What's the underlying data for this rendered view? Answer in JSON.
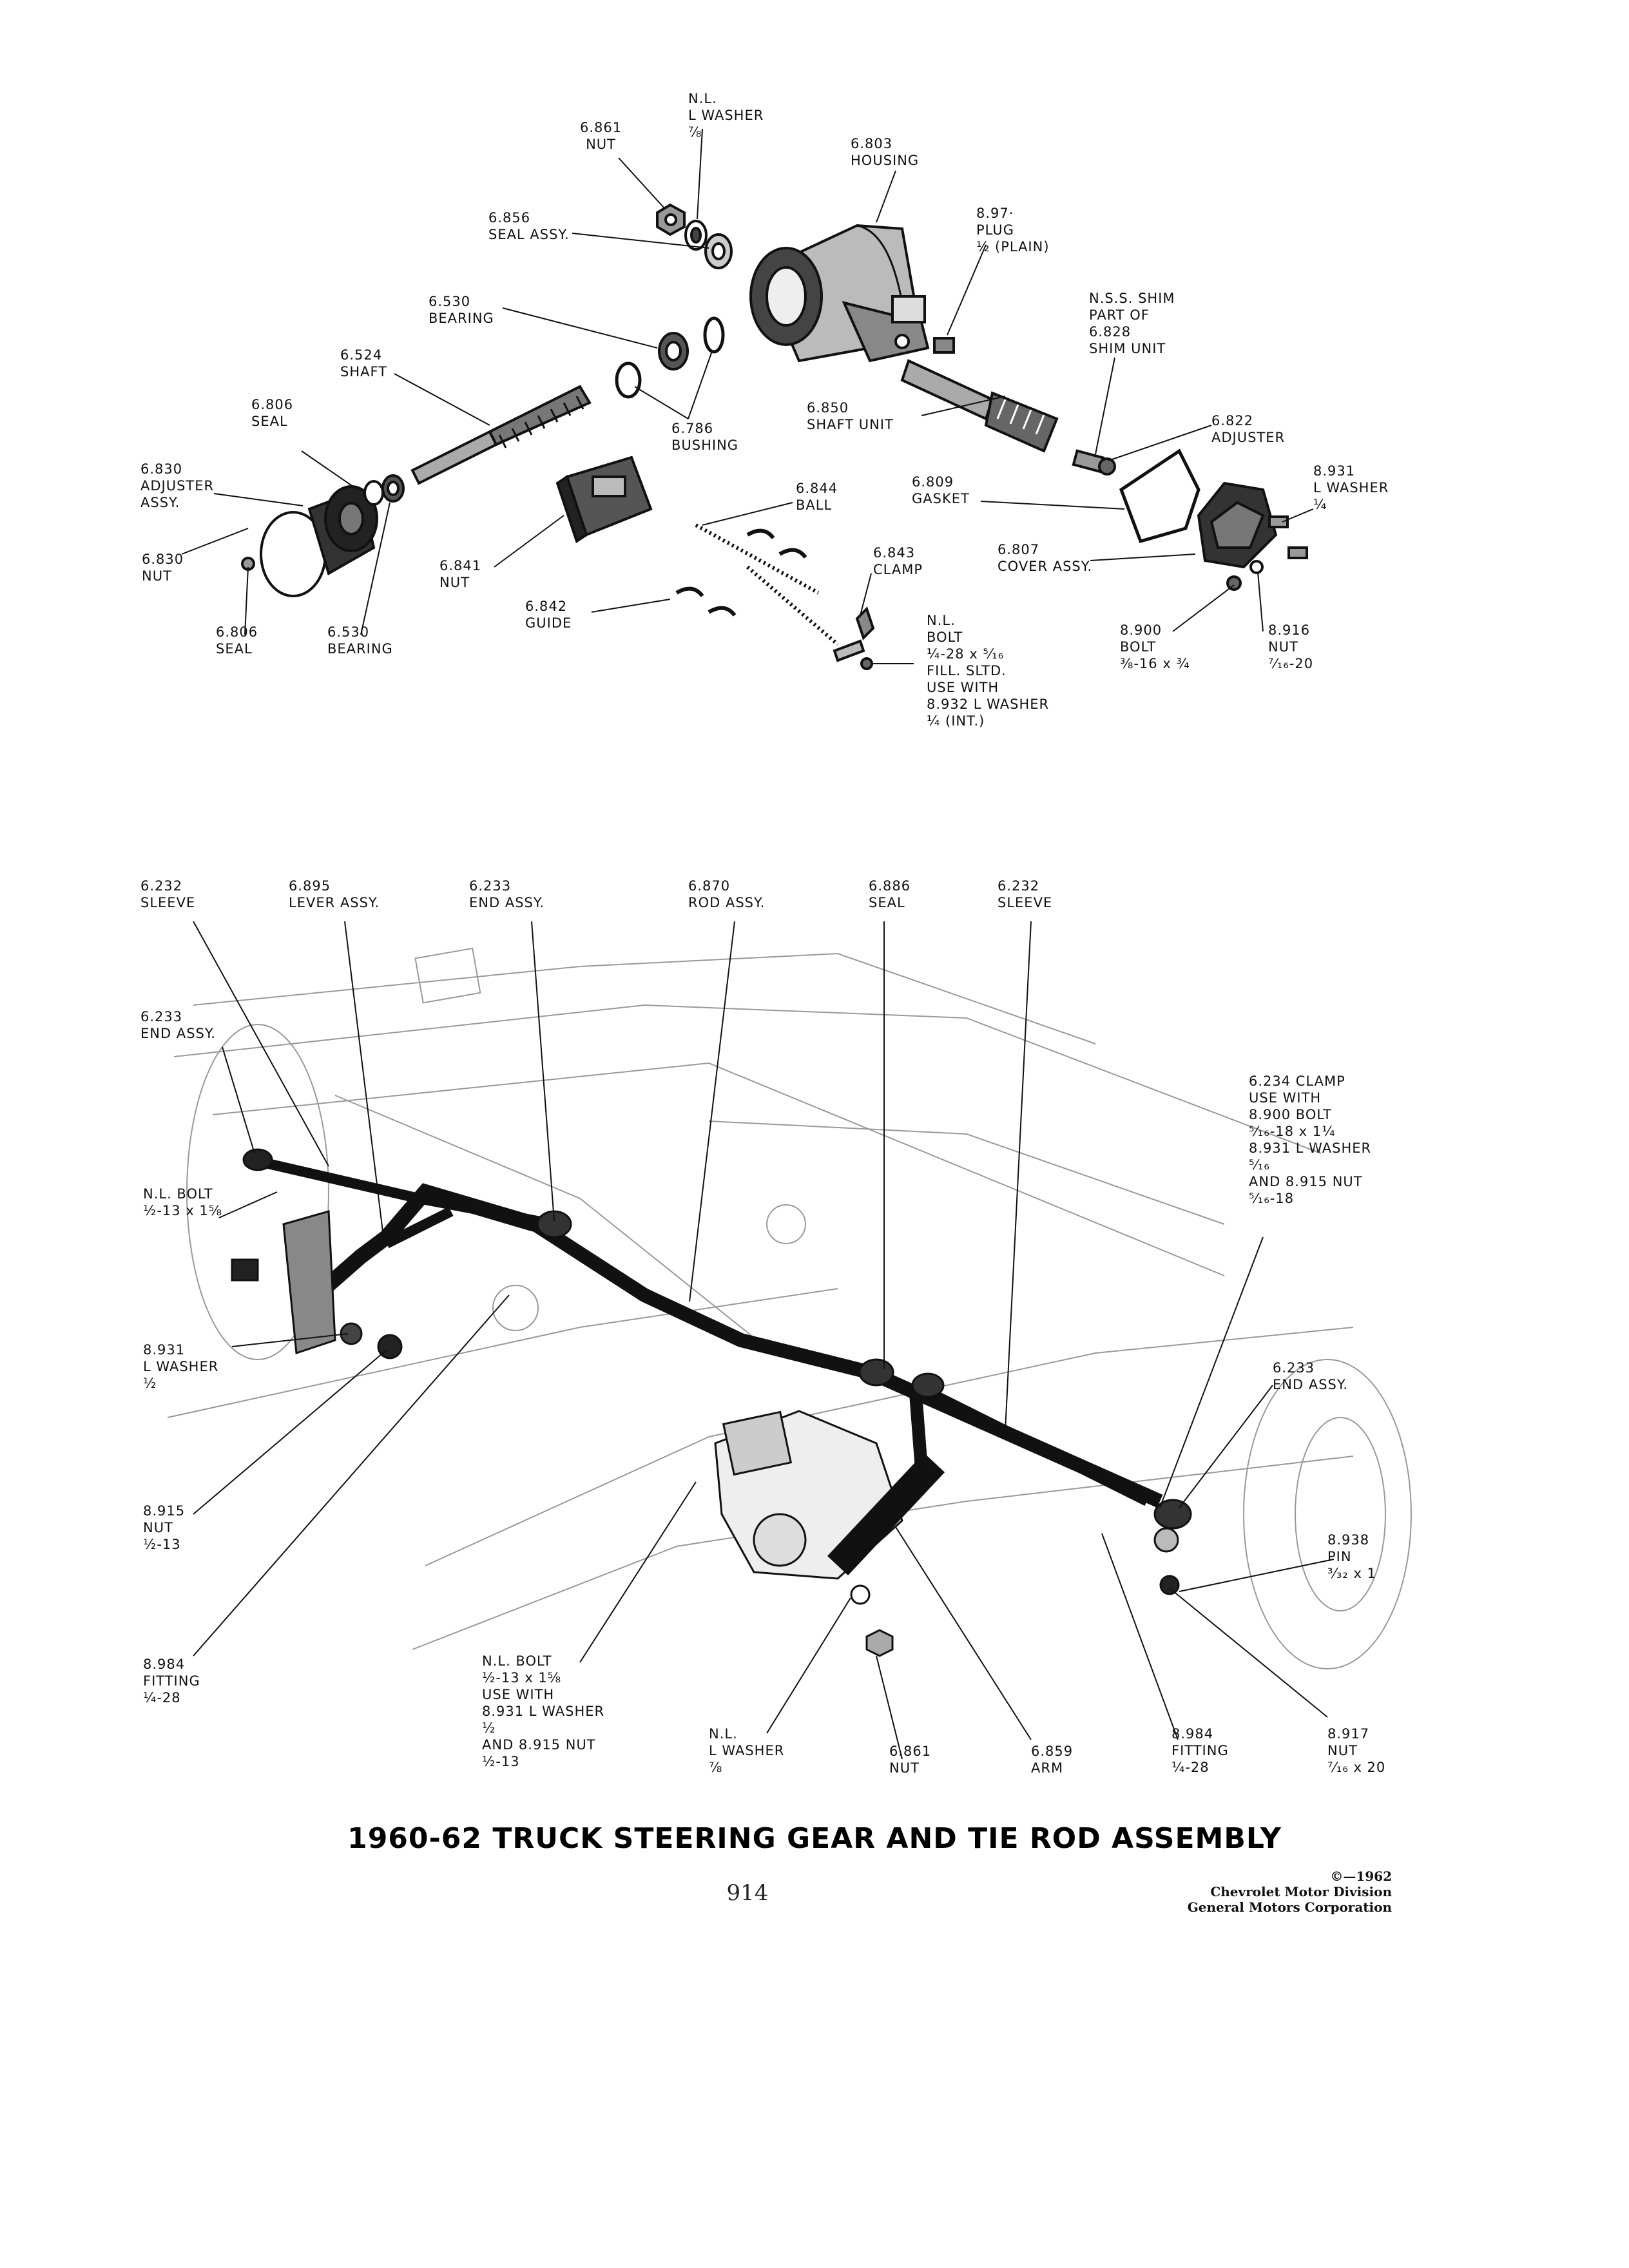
{
  "title": "1960-62 TRUCK STEERING GEAR AND TIE ROD ASSEMBLY",
  "page_number": "914",
  "copyright": [
    "©—1962",
    "Chevrolet Motor Division",
    "General Motors Corporation"
  ],
  "top_labels": [
    {
      "id": "nut-6861",
      "lines": [
        "6.861",
        "NUT"
      ]
    },
    {
      "id": "lwasher-nl-top",
      "lines": [
        "N.L.",
        "L WASHER",
        "⅞"
      ]
    },
    {
      "id": "housing-6803",
      "lines": [
        "6.803",
        "HOUSING"
      ]
    },
    {
      "id": "seal-6856",
      "lines": [
        "6.856",
        "SEAL ASSY."
      ]
    },
    {
      "id": "plug-897",
      "lines": [
        "8.97·",
        "PLUG",
        "½ (PLAIN)"
      ]
    },
    {
      "id": "bearing-6530-top",
      "lines": [
        "6.530",
        "BEARING"
      ]
    },
    {
      "id": "shim-nss",
      "lines": [
        "N.S.S. SHIM",
        "PART OF",
        "6.828",
        "SHIM UNIT"
      ]
    },
    {
      "id": "shaft-6524",
      "lines": [
        "6.524",
        "SHAFT"
      ]
    },
    {
      "id": "seal-6806-top",
      "lines": [
        "6.806",
        "SEAL"
      ]
    },
    {
      "id": "bushing-6786",
      "lines": [
        "6.786",
        "BUSHING"
      ]
    },
    {
      "id": "shaftunit-6850",
      "lines": [
        "6.850",
        "SHAFT UNIT"
      ]
    },
    {
      "id": "adjuster-6822",
      "lines": [
        "6.822",
        "ADJUSTER"
      ]
    },
    {
      "id": "adjuster-6830",
      "lines": [
        "6.830",
        "ADJUSTER",
        "ASSY."
      ]
    },
    {
      "id": "ball-6844",
      "lines": [
        "6.844",
        "BALL"
      ]
    },
    {
      "id": "gasket-6809",
      "lines": [
        "6.809",
        "GASKET"
      ]
    },
    {
      "id": "lwasher-8931-top",
      "lines": [
        "8.931",
        "L WASHER",
        "¼"
      ]
    },
    {
      "id": "nut-6830",
      "lines": [
        "6.830",
        "NUT"
      ]
    },
    {
      "id": "nut-6841",
      "lines": [
        "6.841",
        "NUT"
      ]
    },
    {
      "id": "clamp-6843",
      "lines": [
        "6.843",
        "CLAMP"
      ]
    },
    {
      "id": "cover-6807",
      "lines": [
        "6.807",
        "COVER ASSY."
      ]
    },
    {
      "id": "guide-6842",
      "lines": [
        "6.842",
        "GUIDE"
      ]
    },
    {
      "id": "seal-6806-bottom",
      "lines": [
        "6.806",
        "SEAL"
      ]
    },
    {
      "id": "bearing-6530-bottom",
      "lines": [
        "6.530",
        "BEARING"
      ]
    },
    {
      "id": "bolt-nl-top",
      "lines": [
        "N.L.",
        "BOLT",
        "¼-28 x ⁵⁄₁₆",
        "FILL. SLTD.",
        "USE WITH",
        "8.932 L WASHER",
        "¼ (INT.)"
      ]
    },
    {
      "id": "bolt-8900-top",
      "lines": [
        "8.900",
        "BOLT",
        "⅜-16 x ¾"
      ]
    },
    {
      "id": "nut-8916",
      "lines": [
        "8.916",
        "NUT",
        "⁷⁄₁₆-20"
      ]
    }
  ],
  "bottom_labels": [
    {
      "id": "sleeve-6232-left",
      "lines": [
        "6.232",
        "SLEEVE"
      ]
    },
    {
      "id": "lever-6895",
      "lines": [
        "6.895",
        "LEVER ASSY."
      ]
    },
    {
      "id": "end-6233-top",
      "lines": [
        "6.233",
        "END ASSY."
      ]
    },
    {
      "id": "rod-6870",
      "lines": [
        "6.870",
        "ROD ASSY."
      ]
    },
    {
      "id": "seal-6886",
      "lines": [
        "6.886",
        "SEAL"
      ]
    },
    {
      "id": "sleeve-6232-right",
      "lines": [
        "6.232",
        "SLEEVE"
      ]
    },
    {
      "id": "end-6233-left",
      "lines": [
        "6.233",
        "END ASSY."
      ]
    },
    {
      "id": "clamp-6234",
      "lines": [
        "6.234 CLAMP",
        "USE WITH",
        "8.900 BOLT",
        "⁵⁄₁₆-18 x 1¼",
        "8.931 L WASHER",
        "⁵⁄₁₆",
        "AND 8.915 NUT",
        "⁵⁄₁₆-18"
      ]
    },
    {
      "id": "bolt-nl-left",
      "lines": [
        "N.L. BOLT",
        "½-13 x 1⅝"
      ]
    },
    {
      "id": "lwasher-8931",
      "lines": [
        "8.931",
        "L WASHER",
        "½"
      ]
    },
    {
      "id": "end-6233-right",
      "lines": [
        "6.233",
        "END ASSY."
      ]
    },
    {
      "id": "nut-8915",
      "lines": [
        "8.915",
        "NUT",
        "½-13"
      ]
    },
    {
      "id": "pin-8938",
      "lines": [
        "8.938",
        "PIN",
        "³⁄₃₂ x 1"
      ]
    },
    {
      "id": "fitting-8984-left",
      "lines": [
        "8.984",
        "FITTING",
        "¼-28"
      ]
    },
    {
      "id": "bolt-nl-center",
      "lines": [
        "N.L. BOLT",
        "½-13 x 1⅝",
        "USE WITH",
        "8.931 L WASHER",
        "½",
        "AND 8.915 NUT",
        "½-13"
      ]
    },
    {
      "id": "lwasher-nl-bottom",
      "lines": [
        "N.L.",
        "L WASHER",
        "⅞"
      ]
    },
    {
      "id": "nut-6861-bottom",
      "lines": [
        "6.861",
        "NUT"
      ]
    },
    {
      "id": "arm-6859",
      "lines": [
        "6.859",
        "ARM"
      ]
    },
    {
      "id": "fitting-8984-right",
      "lines": [
        "8.984",
        "FITTING",
        "¼-28"
      ]
    },
    {
      "id": "nut-8917",
      "lines": [
        "8.917",
        "NUT",
        "⁷⁄₁₆ x 20"
      ]
    }
  ]
}
